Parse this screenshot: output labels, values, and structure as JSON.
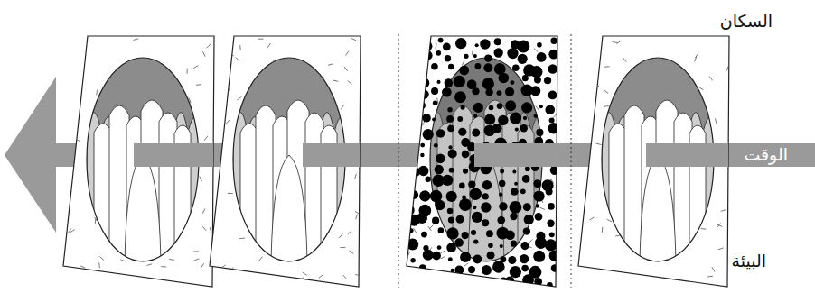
{
  "diagram": {
    "labels": [
      "السكان",
      "الوقت",
      "البيئة"
    ]
  }
}
